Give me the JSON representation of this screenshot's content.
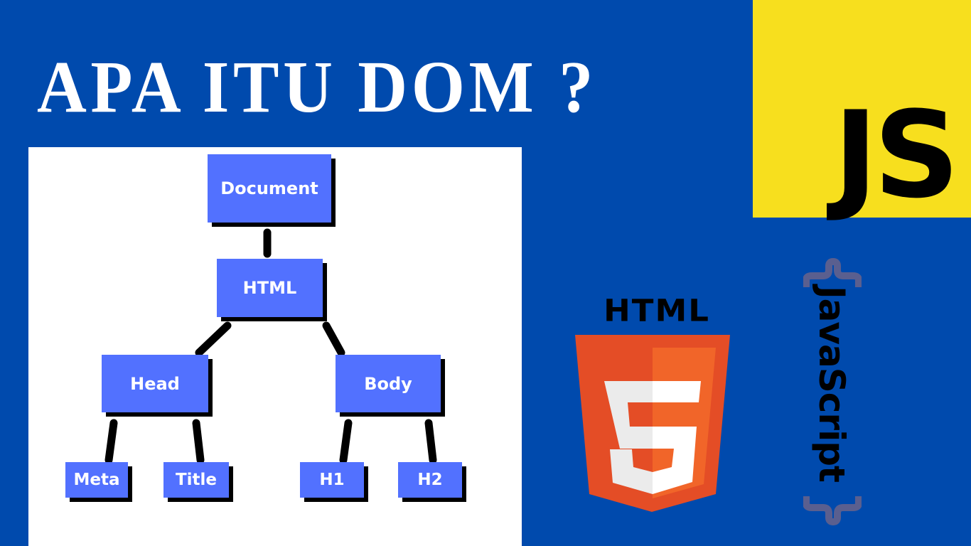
{
  "title": "APA ITU DOM ?",
  "colors": {
    "background": "#004aad",
    "panel": "#ffffff",
    "node_fill": "#5271ff",
    "node_shadow": "#000000",
    "node_text": "#ffffff",
    "js_yellow": "#f7df1e",
    "html5_orange_dark": "#e44d26",
    "html5_orange_light": "#f16529",
    "brace_color": "#5a5f8f"
  },
  "js_logo": {
    "text": "JS"
  },
  "dom_tree": {
    "root": "Document",
    "nodes": [
      {
        "id": "document",
        "label": "Document",
        "parent": null
      },
      {
        "id": "html",
        "label": "HTML",
        "parent": "document"
      },
      {
        "id": "head",
        "label": "Head",
        "parent": "html"
      },
      {
        "id": "body",
        "label": "Body",
        "parent": "html"
      },
      {
        "id": "meta",
        "label": "Meta",
        "parent": "head"
      },
      {
        "id": "title",
        "label": "Title",
        "parent": "head"
      },
      {
        "id": "h1",
        "label": "H1",
        "parent": "body"
      },
      {
        "id": "h2",
        "label": "H2",
        "parent": "body"
      }
    ]
  },
  "html5_logo": {
    "label": "HTML",
    "number": "5"
  },
  "javascript_label": {
    "text": "JavaScript",
    "open_brace": "{",
    "close_brace": "}"
  }
}
